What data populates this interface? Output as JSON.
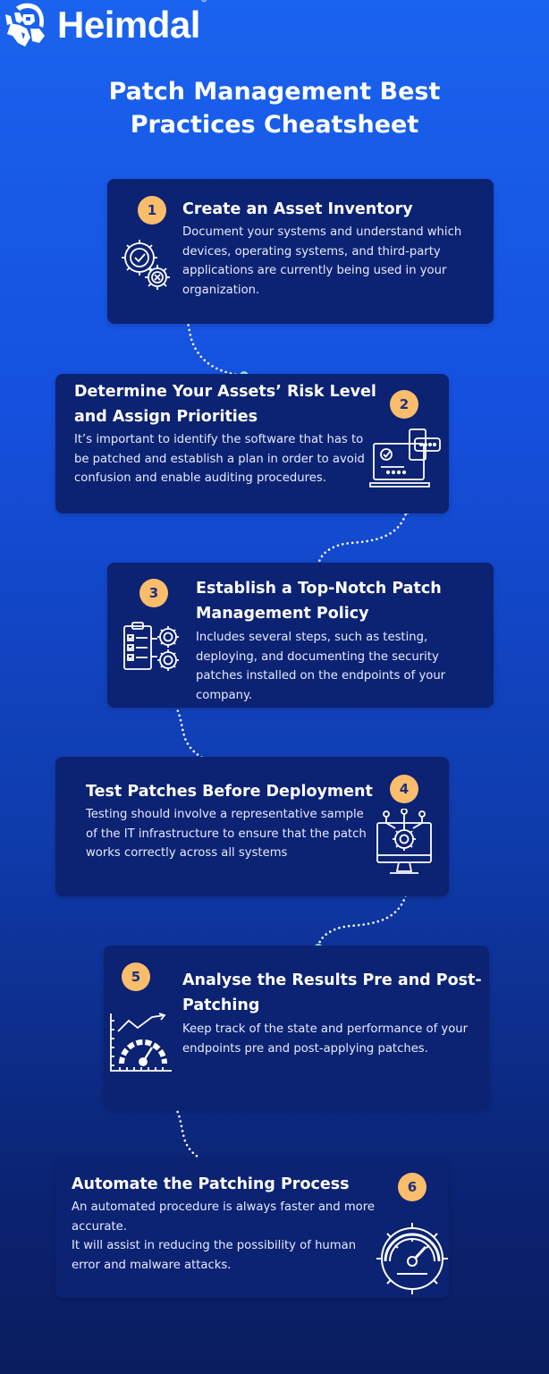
{
  "brand": {
    "name": "Heimdal",
    "registered": "®"
  },
  "title": {
    "line1": "Patch Management Best",
    "line2": "Practices Cheatsheet"
  },
  "colors": {
    "card": "#0c2272",
    "badge": "#f9bd6b",
    "connector": "#8fe4d4"
  },
  "steps": [
    {
      "number": "1",
      "icon": "gears-check-icon",
      "heading": [
        "Create an Asset Inventory"
      ],
      "body": [
        "Document your systems and understand which",
        "devices, operating systems, and third-party",
        "applications are currently being used in your",
        "organization."
      ]
    },
    {
      "number": "2",
      "icon": "laptop-check-chat-icon",
      "heading": [
        "Determine Your Assets’ Risk Level",
        "and Assign Priorities"
      ],
      "body": [
        "It’s important to identify the software that has to",
        "be patched and establish a plan in order to avoid",
        "confusion and enable auditing procedures."
      ]
    },
    {
      "number": "3",
      "icon": "checklist-gears-icon",
      "heading": [
        "Establish a Top-Notch Patch",
        "Management Policy"
      ],
      "body": [
        "Includes several steps, such as testing,",
        "deploying, and documenting the security",
        "patches installed on the endpoints of your",
        "company."
      ]
    },
    {
      "number": "4",
      "icon": "monitor-gear-icon",
      "heading": [
        "Test Patches Before Deployment"
      ],
      "body": [
        "Testing should involve a representative sample",
        "of the IT infrastructure to ensure that the patch",
        "works correctly across all systems"
      ]
    },
    {
      "number": "5",
      "icon": "chart-gauge-icon",
      "heading": [
        "Analyse the Results Pre and Post-",
        "Patching"
      ],
      "body": [
        "Keep track of the state and performance of your",
        "endpoints pre and post-applying patches."
      ]
    },
    {
      "number": "6",
      "icon": "gear-gauge-icon",
      "heading": [
        "Automate the Patching Process"
      ],
      "body": [
        "An automated procedure is always faster and more",
        "accurate.",
        "It will assist in reducing the possibility of human",
        "error and malware attacks."
      ]
    }
  ]
}
